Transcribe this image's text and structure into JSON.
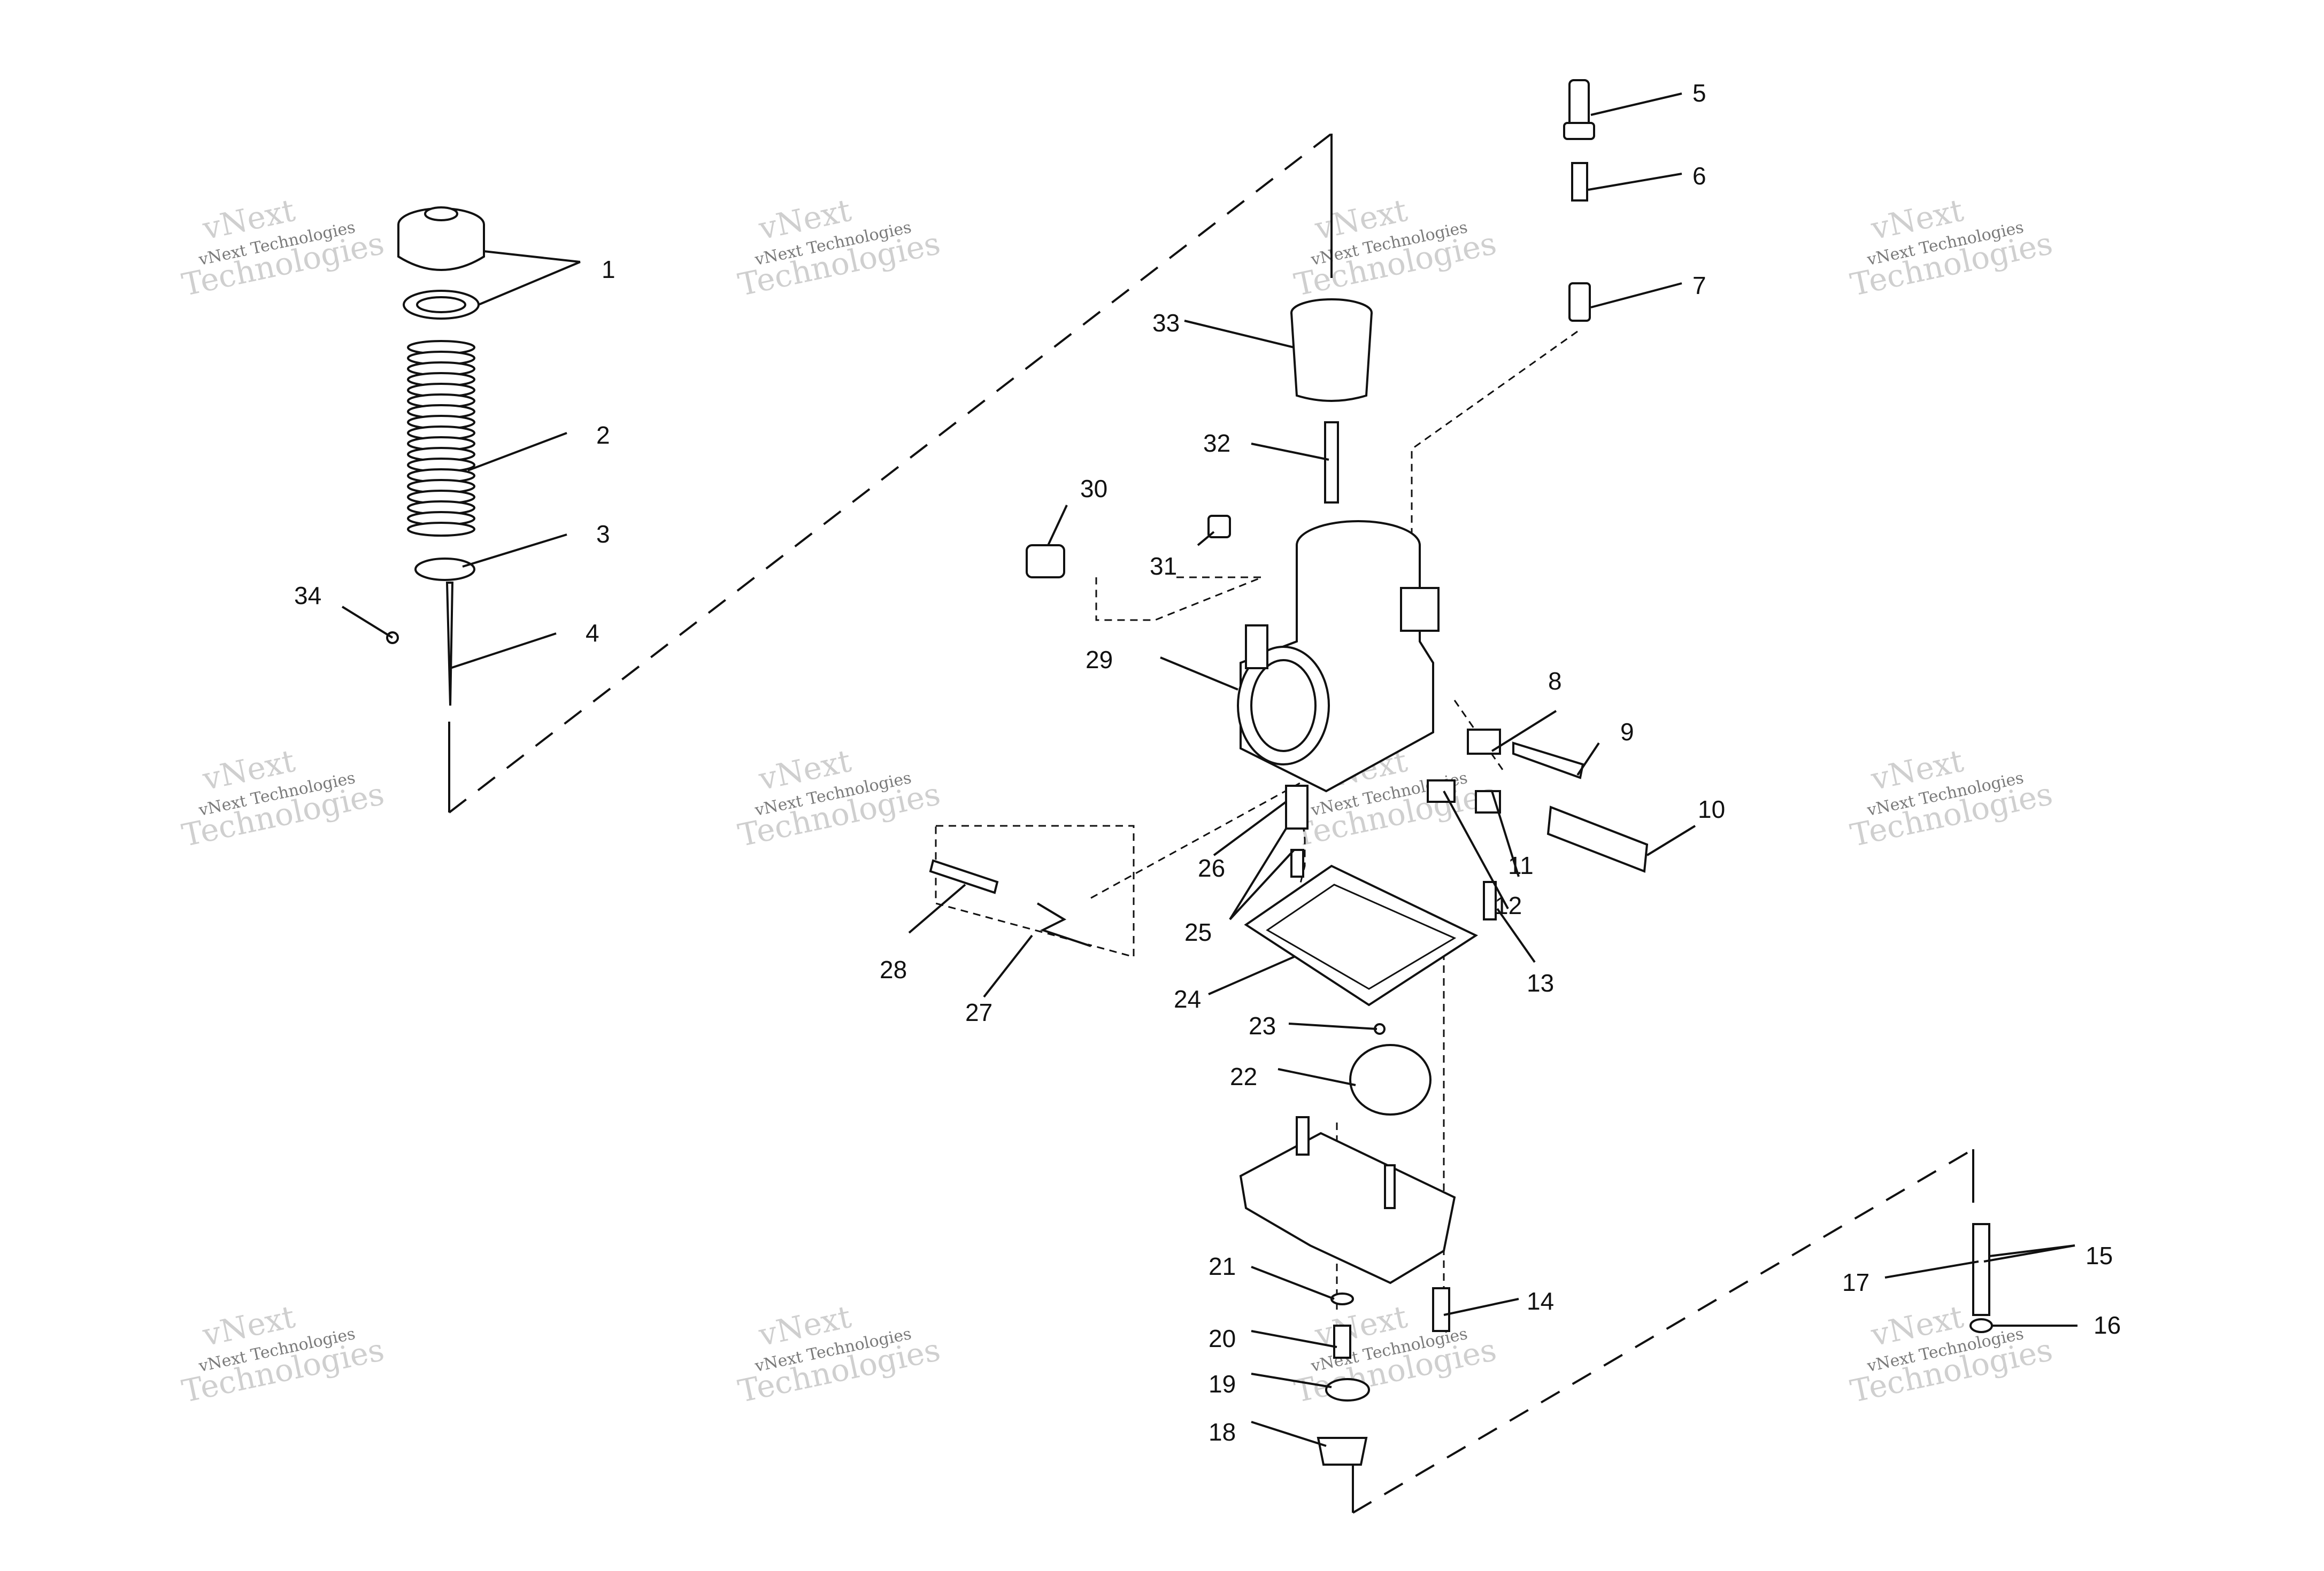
{
  "watermark": {
    "main": "vNext",
    "sub": "vNext Technologies",
    "word": "Technologies"
  },
  "callouts": [
    "1",
    "2",
    "3",
    "4",
    "5",
    "6",
    "7",
    "8",
    "9",
    "10",
    "11",
    "12",
    "13",
    "14",
    "15",
    "16",
    "17",
    "18",
    "19",
    "20",
    "21",
    "22",
    "23",
    "24",
    "25",
    "26",
    "27",
    "28",
    "29",
    "30",
    "31",
    "32",
    "33",
    "34"
  ]
}
